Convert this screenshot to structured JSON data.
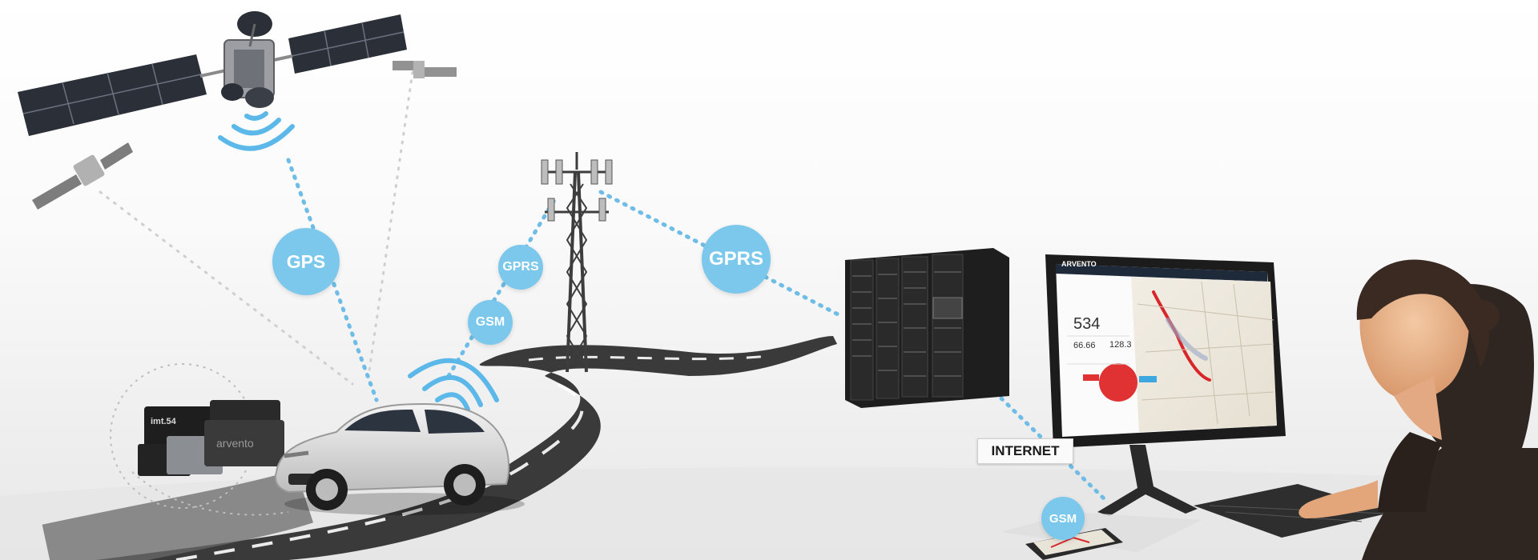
{
  "labels": {
    "gps": "GPS",
    "gprs_tower": "GPRS",
    "gsm_tower": "GSM",
    "gprs_server": "GPRS",
    "gsm_phone": "GSM",
    "internet": "INTERNET"
  },
  "device": {
    "box1_text": "imt.54",
    "box2_text": "arvento"
  },
  "dashboard": {
    "brand": "ARVENTO",
    "stat_main": "534",
    "stat_a": "66.66",
    "stat_b": "128.3"
  },
  "colors": {
    "accent_blue": "#7cc8ec",
    "link_dots": "#6fbde6",
    "signal_waves": "#5bb8e8",
    "road": "#3a3a3a",
    "server": "#1e1e1e",
    "route_red": "#d8262b"
  },
  "icons": [
    "satellite-icon",
    "cell-tower-icon",
    "car-icon",
    "server-rack-icon",
    "monitor-icon",
    "smartphone-icon",
    "tracking-device-icon",
    "person-illustration",
    "signal-wave-icon",
    "keyboard-icon"
  ]
}
